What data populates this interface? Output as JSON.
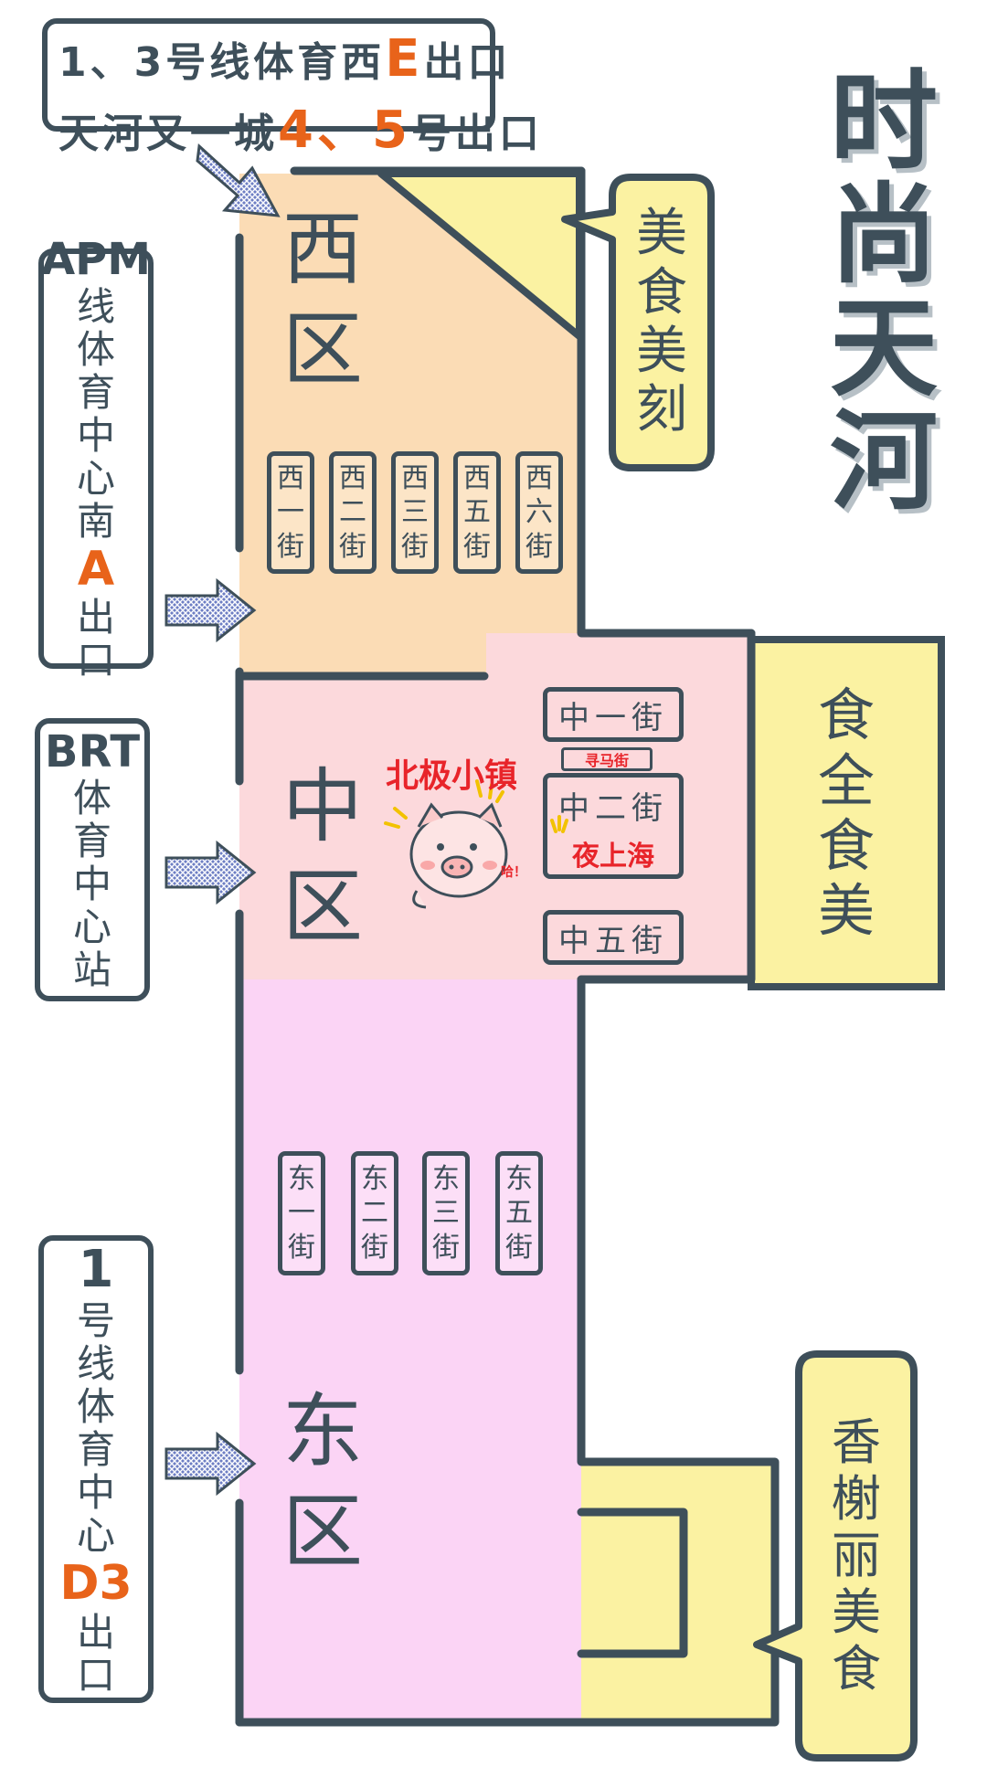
{
  "title": [
    "时",
    "尚",
    "天",
    "河"
  ],
  "zones": {
    "west": [
      "西",
      "区"
    ],
    "middle": [
      "中",
      "区"
    ],
    "east": [
      "东",
      "区"
    ]
  },
  "west_streets": [
    [
      "西",
      "一",
      "街"
    ],
    [
      "西",
      "二",
      "街"
    ],
    [
      "西",
      "三",
      "街"
    ],
    [
      "西",
      "五",
      "街"
    ],
    [
      "西",
      "六",
      "街"
    ]
  ],
  "east_streets": [
    [
      "东",
      "一",
      "街"
    ],
    [
      "东",
      "二",
      "街"
    ],
    [
      "东",
      "三",
      "街"
    ],
    [
      "东",
      "五",
      "街"
    ]
  ],
  "middle_streets": {
    "first": "中一街",
    "second": "中二街",
    "fifth": "中五街",
    "xunmajie": "寻马街",
    "yeshanghai": "夜上海"
  },
  "beiji": "北极小镇",
  "mascot_sound": "哈！",
  "callouts": {
    "meishi_meike": [
      "美",
      "食",
      "美",
      "刻"
    ],
    "shiquan": [
      "食",
      "全",
      "食",
      "美"
    ],
    "xiangxie": [
      "香",
      "榭",
      "丽",
      "美",
      "食"
    ]
  },
  "exits": {
    "top": {
      "line1_pre": "1、3号线体育西",
      "line1_letter": "E",
      "line1_post": "出口",
      "line2_pre": "天河又一城",
      "line2_num": "4、5",
      "line2_post": "号出口"
    },
    "apm": {
      "head": "APM",
      "chars": [
        "线",
        "体",
        "育",
        "中",
        "心",
        "南"
      ],
      "letter": "A",
      "tail": [
        "出",
        "口"
      ]
    },
    "brt": {
      "head": "BRT",
      "chars": [
        "体",
        "育",
        "中",
        "心",
        "站"
      ]
    },
    "line1": {
      "head": "1",
      "chars": [
        "号",
        "线",
        "体",
        "育",
        "中",
        "心"
      ],
      "letter": "D3",
      "tail": [
        "出",
        "口"
      ]
    }
  },
  "colors": {
    "west": "#fbdcb5",
    "middle": "#fcd9dc",
    "east": "#fbd4f5",
    "yellow": "#fbf2a2",
    "outline": "#3e4f5a",
    "accent_orange": "#e8631a",
    "accent_red": "#e8242a"
  }
}
